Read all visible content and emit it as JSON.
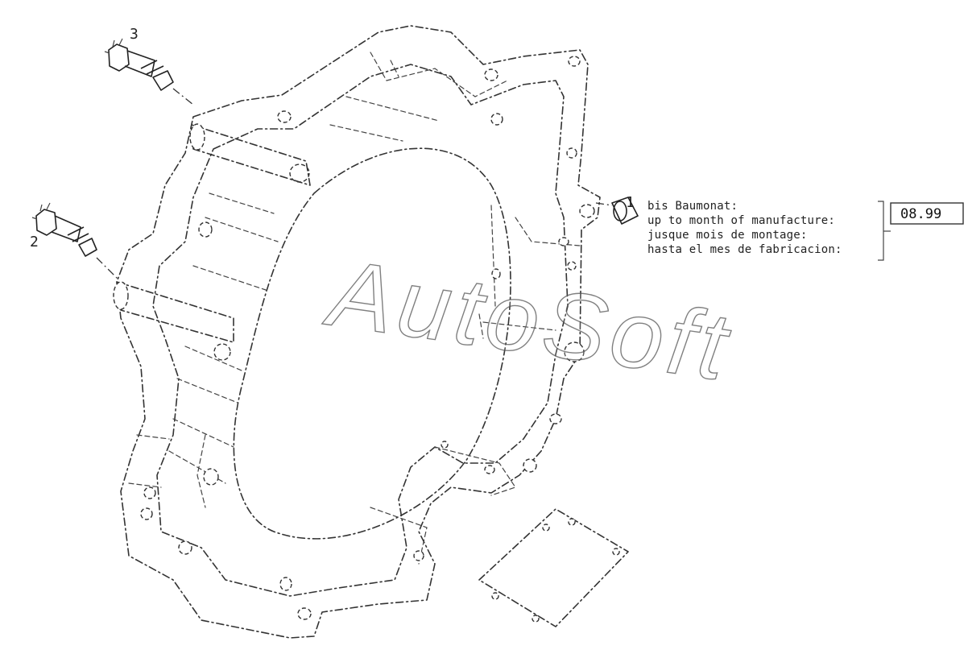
{
  "callouts": {
    "part1": "1",
    "part2": "2",
    "part3": "3"
  },
  "note": {
    "lines": [
      "bis Baumonat:",
      "up to month of manufacture:",
      "jusque mois de montage:",
      "hasta el mes de fabricacion:"
    ],
    "date_box": "08.99"
  },
  "watermark": {
    "text": "AutoSoft"
  }
}
